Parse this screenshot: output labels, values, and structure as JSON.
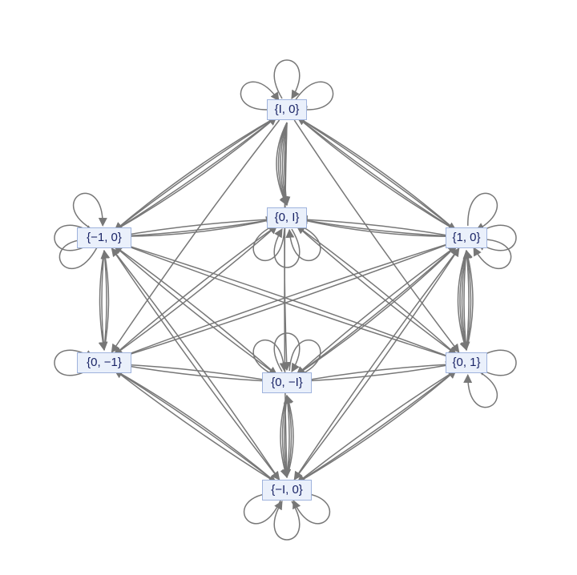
{
  "graph": {
    "edge_color": "#777777",
    "node_fill": "#eaf0fb",
    "node_border": "#9fb3dd",
    "node_text_color": "#1a2466",
    "nodes": [
      {
        "id": "i0",
        "label": "{I, 0}"
      },
      {
        "id": "m10",
        "label": "{−1, 0}"
      },
      {
        "id": "0i",
        "label": "{0, I}"
      },
      {
        "id": "10",
        "label": "{1, 0}"
      },
      {
        "id": "0m1",
        "label": "{0, −1}"
      },
      {
        "id": "0mi",
        "label": "{0, −I}"
      },
      {
        "id": "01",
        "label": "{0, 1}"
      },
      {
        "id": "mi0",
        "label": "{−I, 0}"
      }
    ]
  }
}
